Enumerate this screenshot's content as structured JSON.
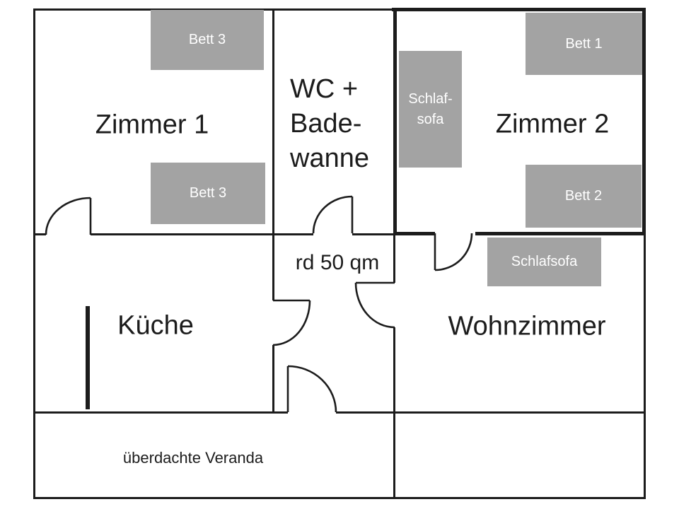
{
  "floorplan": {
    "area_label": "rd 50 qm",
    "rooms": {
      "zimmer1": {
        "label": "Zimmer 1"
      },
      "wc_bad": {
        "line1": "WC +",
        "line2": "Bade-",
        "line3": "wanne"
      },
      "zimmer2": {
        "label": "Zimmer 2"
      },
      "kueche": {
        "label": "Küche"
      },
      "wohnzimmer": {
        "label": "Wohnzimmer"
      },
      "veranda": {
        "label": "überdachte Veranda"
      }
    },
    "furniture": {
      "bett3_top": {
        "label": "Bett 3"
      },
      "bett3_bottom": {
        "label": "Bett 3"
      },
      "bett1": {
        "label": "Bett 1"
      },
      "bett2": {
        "label": "Bett 2"
      },
      "schlafsofa_zimmer2": {
        "line1": "Schlaf-",
        "line2": "sofa"
      },
      "schlafsofa_wohnzimmer": {
        "label": "Schlafsofa"
      }
    },
    "colors": {
      "wall": "#1c1c1c",
      "furniture_fill": "#a3a3a3",
      "furniture_text": "#ffffff",
      "label_text": "#1c1c1c",
      "background": "#ffffff"
    }
  }
}
